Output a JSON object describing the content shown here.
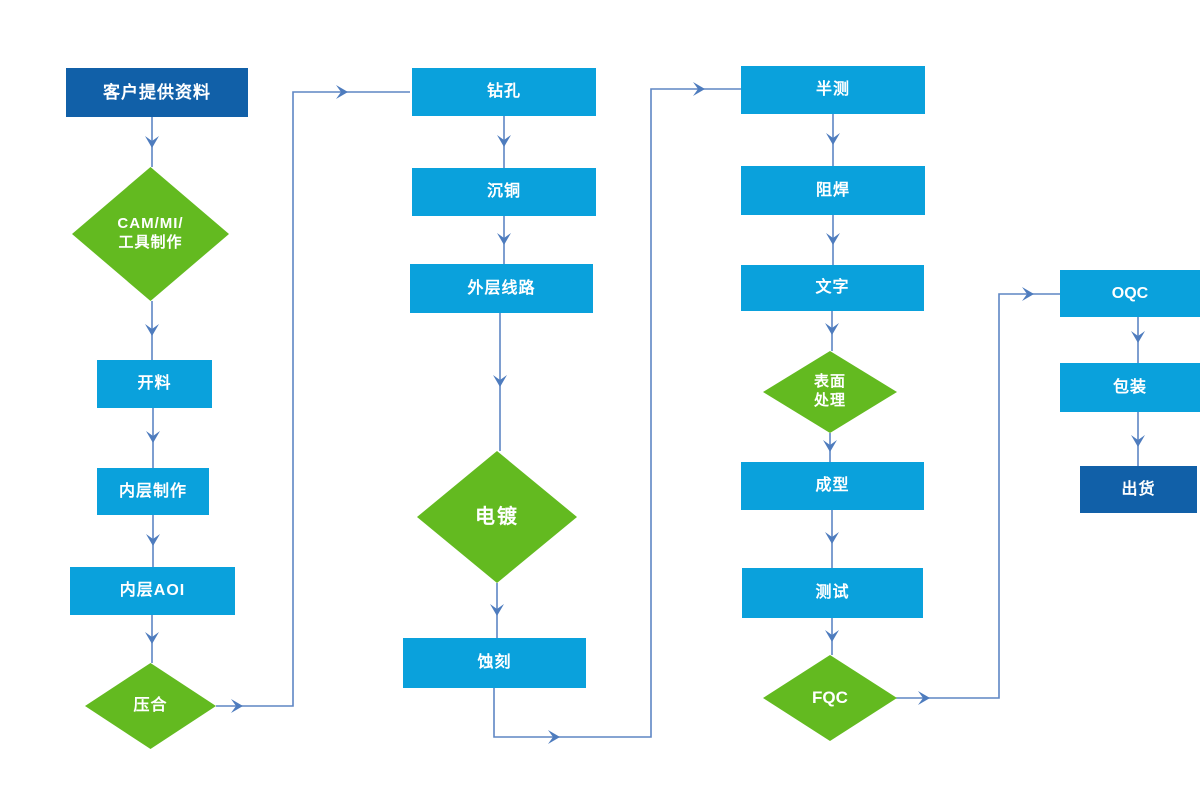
{
  "diagram": {
    "background": "#ffffff",
    "colors": {
      "process_box": "#0aa1dc",
      "terminal_box": "#1160a8",
      "decision_diamond": "#63ba20",
      "connector_line": "#5e86c4",
      "arrowhead": "#4e7cbe",
      "node_text": "#ffffff"
    },
    "nodes": {
      "customer_data": {
        "label": "客户提供资料",
        "shape": "rect",
        "color": "#1160a8"
      },
      "cam_mi_tooling": {
        "lines": [
          "CAM/MI/",
          "工具制作"
        ],
        "shape": "diamond",
        "color": "#63ba20"
      },
      "cutting": {
        "label": "开料",
        "shape": "rect",
        "color": "#0aa1dc"
      },
      "inner_layer_making": {
        "label": "内层制作",
        "shape": "rect",
        "color": "#0aa1dc"
      },
      "inner_layer_aoi": {
        "label": "内层AOI",
        "shape": "rect",
        "color": "#0aa1dc"
      },
      "lamination": {
        "label": "压合",
        "shape": "diamond",
        "color": "#63ba20"
      },
      "drilling": {
        "label": "钻孔",
        "shape": "rect",
        "color": "#0aa1dc"
      },
      "copper_deposition": {
        "label": "沉铜",
        "shape": "rect",
        "color": "#0aa1dc"
      },
      "outer_layer_circuit": {
        "label": "外层线路",
        "shape": "rect",
        "color": "#0aa1dc"
      },
      "electroplating": {
        "label": "电镀",
        "shape": "diamond",
        "color": "#63ba20"
      },
      "etching": {
        "label": "蚀刻",
        "shape": "rect",
        "color": "#0aa1dc"
      },
      "half_test": {
        "label": "半测",
        "shape": "rect",
        "color": "#0aa1dc"
      },
      "solder_mask": {
        "label": "阻焊",
        "shape": "rect",
        "color": "#0aa1dc"
      },
      "silkscreen_text": {
        "label": "文字",
        "shape": "rect",
        "color": "#0aa1dc"
      },
      "surface_treatment": {
        "lines": [
          "表面",
          "处理"
        ],
        "shape": "diamond",
        "color": "#63ba20"
      },
      "forming": {
        "label": "成型",
        "shape": "rect",
        "color": "#0aa1dc"
      },
      "testing": {
        "label": "测试",
        "shape": "rect",
        "color": "#0aa1dc"
      },
      "fqc": {
        "label": "FQC",
        "shape": "diamond",
        "color": "#63ba20"
      },
      "oqc": {
        "label": "OQC",
        "shape": "rect",
        "color": "#0aa1dc"
      },
      "packing": {
        "label": "包装",
        "shape": "rect",
        "color": "#0aa1dc"
      },
      "shipping": {
        "label": "出货",
        "shape": "rect",
        "color": "#1160a8"
      }
    },
    "edges": [
      {
        "from": "customer_data",
        "to": "cam_mi_tooling"
      },
      {
        "from": "cam_mi_tooling",
        "to": "cutting"
      },
      {
        "from": "cutting",
        "to": "inner_layer_making"
      },
      {
        "from": "inner_layer_making",
        "to": "inner_layer_aoi"
      },
      {
        "from": "inner_layer_aoi",
        "to": "lamination"
      },
      {
        "from": "lamination",
        "to": "drilling"
      },
      {
        "from": "drilling",
        "to": "copper_deposition"
      },
      {
        "from": "copper_deposition",
        "to": "outer_layer_circuit"
      },
      {
        "from": "outer_layer_circuit",
        "to": "electroplating"
      },
      {
        "from": "electroplating",
        "to": "etching"
      },
      {
        "from": "etching",
        "to": "half_test"
      },
      {
        "from": "half_test",
        "to": "solder_mask"
      },
      {
        "from": "solder_mask",
        "to": "silkscreen_text"
      },
      {
        "from": "silkscreen_text",
        "to": "surface_treatment"
      },
      {
        "from": "surface_treatment",
        "to": "forming"
      },
      {
        "from": "forming",
        "to": "testing"
      },
      {
        "from": "testing",
        "to": "fqc"
      },
      {
        "from": "fqc",
        "to": "oqc"
      },
      {
        "from": "oqc",
        "to": "packing"
      },
      {
        "from": "packing",
        "to": "shipping"
      }
    ]
  }
}
